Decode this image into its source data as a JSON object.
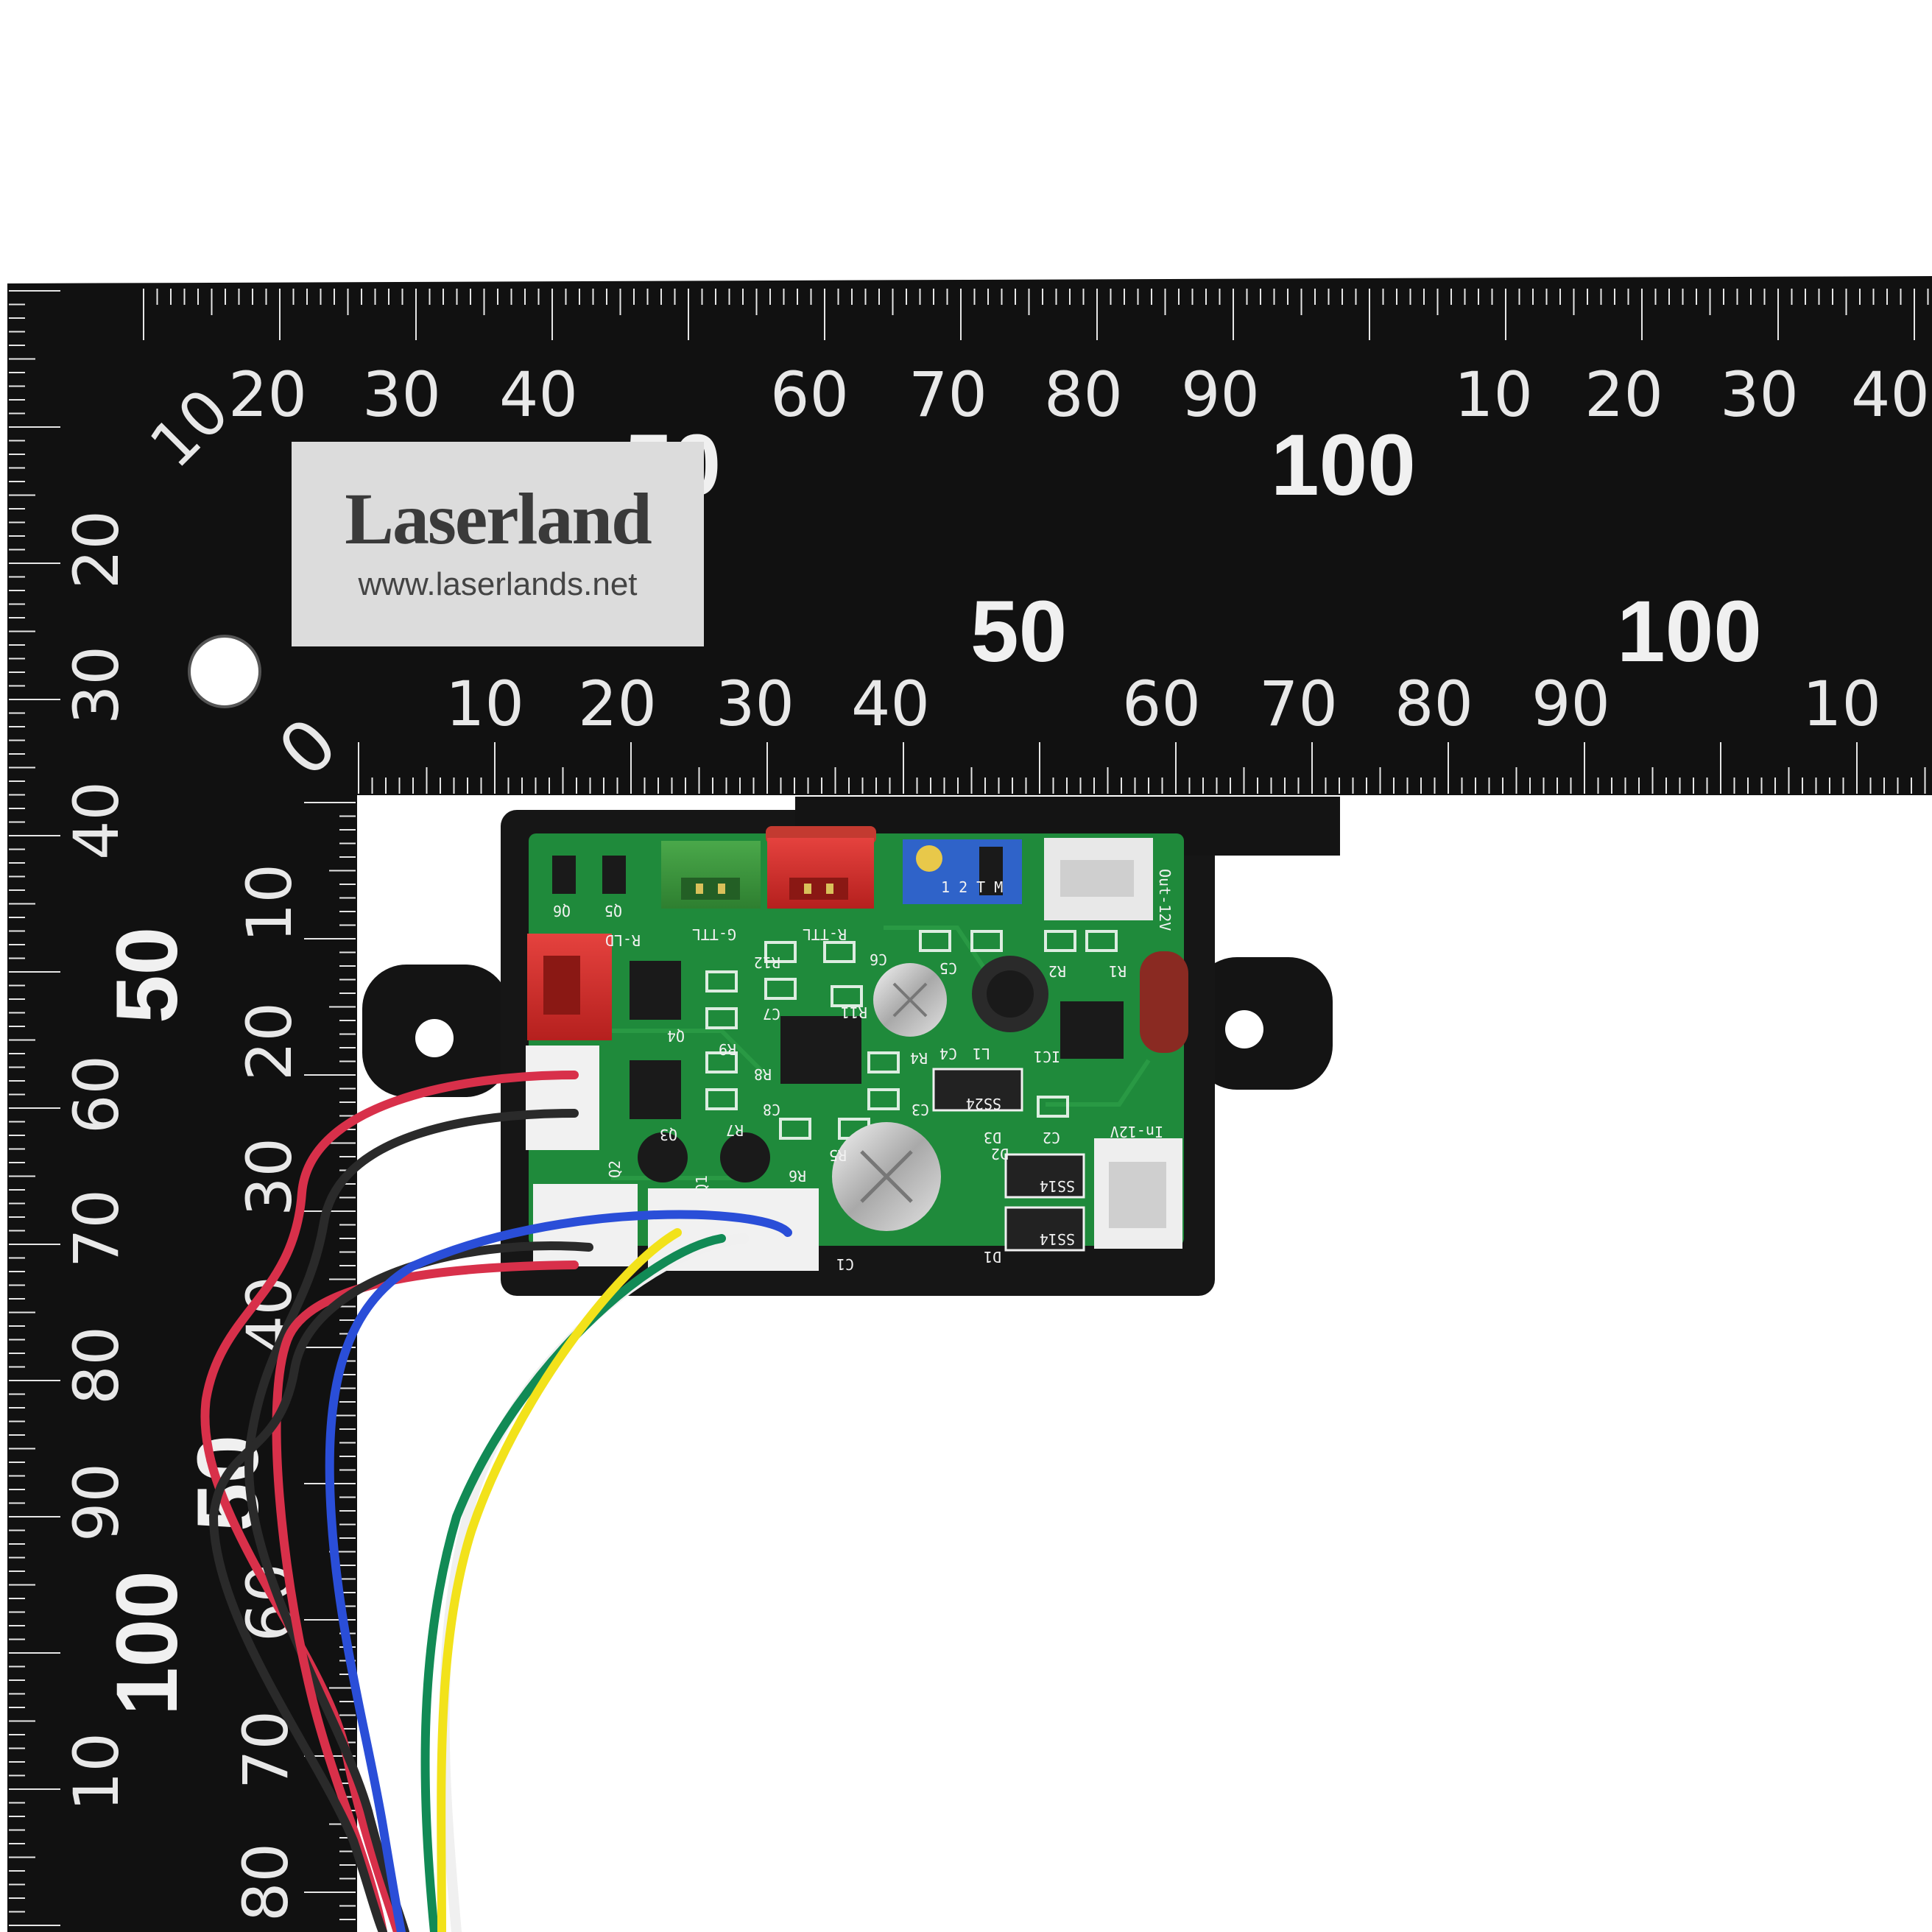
{
  "colors": {
    "ruler": "#111111",
    "ruler_text": "#e8e8e8",
    "pcb": "#1f8a3b",
    "housing": "#141414",
    "wire_red": "#d8304a",
    "wire_black": "#2a2a2a",
    "wire_blue": "#2a4ed8",
    "wire_green": "#118a55",
    "wire_yellow": "#f2e21a",
    "wire_white": "#f0f0f0"
  },
  "label": {
    "brand": "Laserland",
    "url": "www.laserlands.net"
  },
  "ruler_top": {
    "upper_row": [
      "20",
      "30",
      "40",
      "60",
      "70",
      "80",
      "90",
      "10",
      "20",
      "30",
      "40"
    ],
    "upper_big": [
      "50",
      "100"
    ],
    "lower_big": [
      "50",
      "100"
    ],
    "lower_row": [
      "10",
      "20",
      "30",
      "40",
      "60",
      "70",
      "80",
      "90",
      "10"
    ],
    "corner_upper": "10",
    "corner_lower": "0"
  },
  "ruler_left": {
    "outer_row": [
      "20",
      "30",
      "40",
      "60",
      "70",
      "80",
      "90",
      "10",
      "70",
      "80"
    ],
    "outer_big": [
      "50",
      "100"
    ],
    "inner_row": [
      "10",
      "20",
      "30",
      "40",
      "60"
    ],
    "inner_big": [
      "50"
    ]
  },
  "pcb_labels": {
    "q6": "Q6",
    "q5": "Q5",
    "r_ld": "R-LD",
    "g_ttl": "G-TTL",
    "r_ttl": "R-TTL",
    "out12v": "Out-12V",
    "r12": "R12",
    "c6": "C6",
    "c5": "C5",
    "c3": "C3",
    "r2": "R2",
    "r1": "R1",
    "q4": "Q4",
    "r9": "R9",
    "r8": "R8",
    "c7": "C7",
    "r11": "R11",
    "r4": "R4",
    "c4": "C4",
    "l1": "L1",
    "ic1": "IC1",
    "ss24": "SS24",
    "d3": "D3",
    "c2": "C2",
    "in12v": "In-12V",
    "q3": "Q3",
    "r7": "R7",
    "c8": "C8",
    "r5": "R5",
    "r6": "R6",
    "q2": "Q2",
    "q1": "Q1",
    "d2": "D2",
    "d1": "D1",
    "c1": "C1",
    "ss14a": "SS14",
    "ss14b": "SS14",
    "pot": "1 2 T M"
  }
}
